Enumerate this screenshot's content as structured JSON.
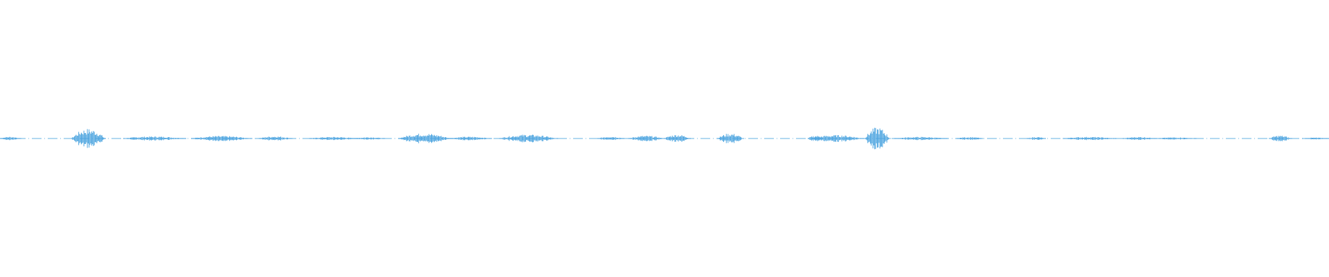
{
  "waveform": {
    "color": "#4aa3df",
    "background": "#ffffff",
    "centerline_style": "dash-dot",
    "peak_scale_max": 1.0,
    "segments": [
      {
        "start": 0.0,
        "end": 0.016,
        "peak": 0.08
      },
      {
        "start": 0.054,
        "end": 0.08,
        "peak": 0.42
      },
      {
        "start": 0.093,
        "end": 0.14,
        "peak": 0.09
      },
      {
        "start": 0.144,
        "end": 0.19,
        "peak": 0.11
      },
      {
        "start": 0.195,
        "end": 0.22,
        "peak": 0.1
      },
      {
        "start": 0.233,
        "end": 0.27,
        "peak": 0.07
      },
      {
        "start": 0.266,
        "end": 0.29,
        "peak": 0.06
      },
      {
        "start": 0.3,
        "end": 0.34,
        "peak": 0.22
      },
      {
        "start": 0.338,
        "end": 0.37,
        "peak": 0.08
      },
      {
        "start": 0.376,
        "end": 0.42,
        "peak": 0.17
      },
      {
        "start": 0.45,
        "end": 0.47,
        "peak": 0.09
      },
      {
        "start": 0.473,
        "end": 0.5,
        "peak": 0.12
      },
      {
        "start": 0.5,
        "end": 0.52,
        "peak": 0.17
      },
      {
        "start": 0.54,
        "end": 0.56,
        "peak": 0.22
      },
      {
        "start": 0.608,
        "end": 0.62,
        "peak": 0.13
      },
      {
        "start": 0.61,
        "end": 0.65,
        "peak": 0.15
      },
      {
        "start": 0.651,
        "end": 0.67,
        "peak": 0.48
      },
      {
        "start": 0.673,
        "end": 0.713,
        "peak": 0.07
      },
      {
        "start": 0.72,
        "end": 0.74,
        "peak": 0.07
      },
      {
        "start": 0.773,
        "end": 0.787,
        "peak": 0.07
      },
      {
        "start": 0.8,
        "end": 0.84,
        "peak": 0.07
      },
      {
        "start": 0.845,
        "end": 0.87,
        "peak": 0.07
      },
      {
        "start": 0.87,
        "end": 0.9,
        "peak": 0.05
      },
      {
        "start": 0.955,
        "end": 0.972,
        "peak": 0.13
      },
      {
        "start": 0.98,
        "end": 1.0,
        "peak": 0.04
      }
    ]
  }
}
